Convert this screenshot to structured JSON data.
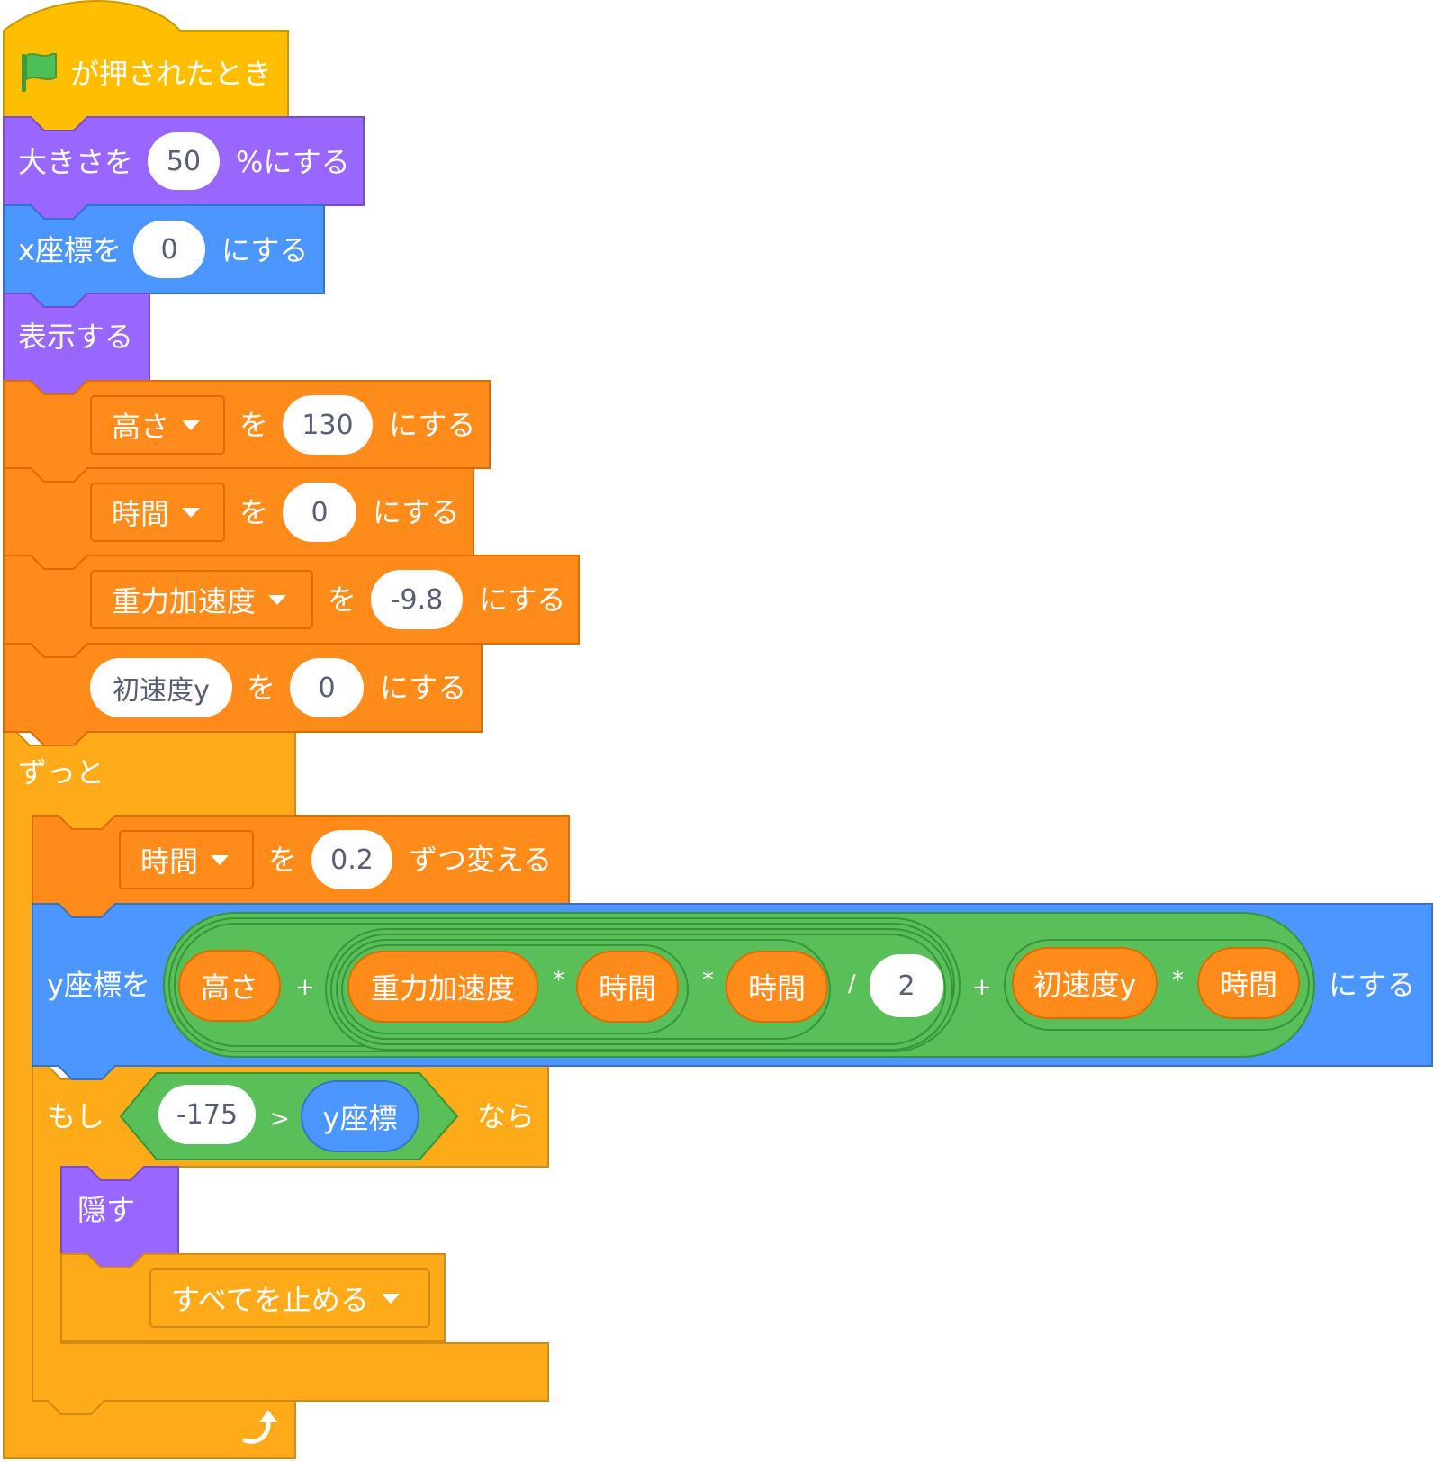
{
  "hat": {
    "label": "が押されたとき",
    "icon": "green-flag-icon"
  },
  "set_size": {
    "prefix": "大きさを",
    "value": "50",
    "suffix": "%にする"
  },
  "set_x": {
    "prefix": "x座標を",
    "value": "0",
    "suffix": "にする"
  },
  "show": {
    "label": "表示する"
  },
  "var_blocks": [
    {
      "variable": "高さ",
      "wo": "を",
      "value": "130",
      "suffix": "にする"
    },
    {
      "variable": "時間",
      "wo": "を",
      "value": "0",
      "suffix": "にする"
    },
    {
      "variable": "重力加速度",
      "wo": "を",
      "value": "-9.8",
      "suffix": "にする"
    },
    {
      "variable": "初速度y",
      "wo": "を",
      "value": "0",
      "suffix": "にする"
    }
  ],
  "forever": {
    "label": "ずっと",
    "loop_icon": "loop-arrow-icon"
  },
  "change_time": {
    "variable": "時間",
    "wo": "を",
    "value": "0.2",
    "suffix": "ずつ変える"
  },
  "set_y": {
    "prefix": "y座標を",
    "suffix": "にする",
    "reporters": {
      "height": "高さ",
      "gravity": "重力加速度",
      "time": "時間",
      "v0": "初速度y"
    },
    "ops": {
      "plus": "+",
      "times": "*",
      "divide": "/"
    },
    "divisor": "2"
  },
  "if_block": {
    "label": "もし",
    "then": "なら",
    "left": "-175",
    "op": ">",
    "right": "y座標"
  },
  "hide": {
    "label": "隠す"
  },
  "stop": {
    "label": "すべてを止める"
  },
  "colors": {
    "events": "#ffbf00",
    "looks": "#9966ff",
    "motion": "#4c97ff",
    "variables": "#ff8c1a",
    "control": "#ffab19",
    "operators": "#59c059"
  }
}
